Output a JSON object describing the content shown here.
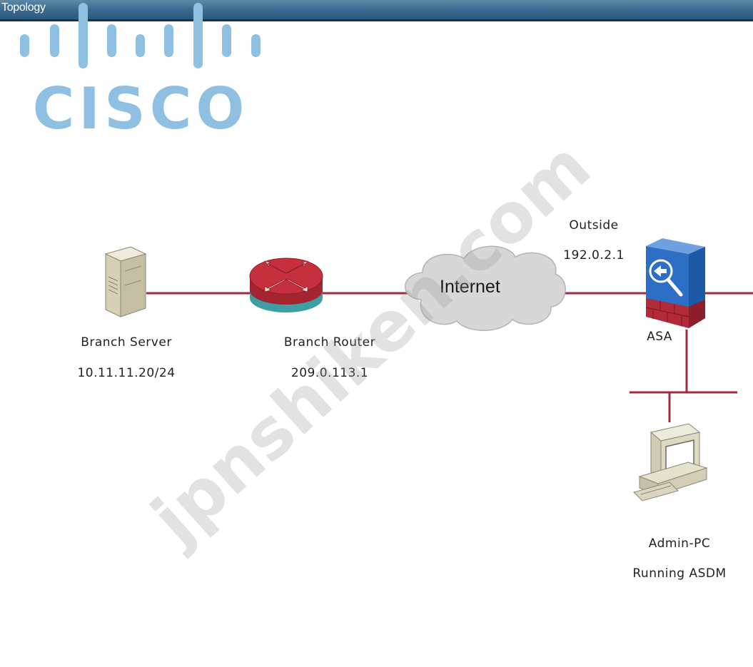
{
  "window": {
    "title": "Topology"
  },
  "logo": {
    "text": "CISCO",
    "color": "#8fc0e2"
  },
  "watermark": "jpnshiken.com",
  "colors": {
    "link": "#a22a3f",
    "cloud": "#d7d7d7",
    "asa": "#2d6fc4",
    "router_red": "#c6303c",
    "router_teal": "#3d9ea4"
  },
  "nodes": {
    "branch_server": {
      "name": "Branch Server",
      "address": "10.11.11.20/24",
      "icon": "server-icon"
    },
    "branch_router": {
      "name": "Branch Router",
      "address": "209.0.113.1",
      "icon": "router-icon"
    },
    "internet": {
      "name": "Internet",
      "icon": "cloud-icon"
    },
    "asa": {
      "name": "ASA",
      "outside_label": "Outside",
      "outside_address": "192.0.2.1",
      "icon": "firewall-icon"
    },
    "admin_pc": {
      "name": "Admin-PC",
      "note": "Running ASDM",
      "icon": "workstation-icon"
    }
  }
}
